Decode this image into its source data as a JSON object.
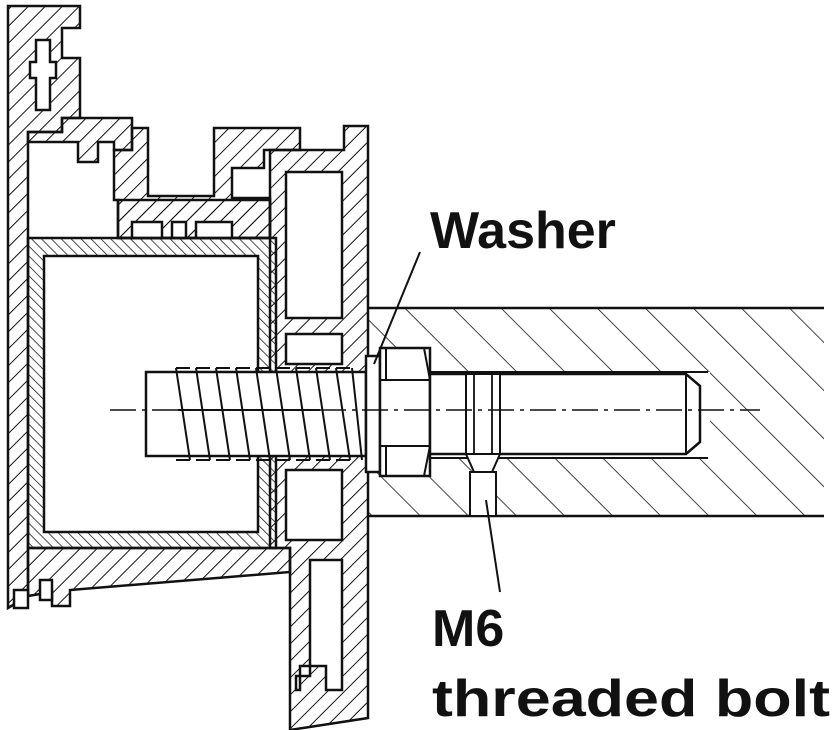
{
  "labels": {
    "washer": "Washer",
    "bolt_line1": "M6",
    "bolt_line2": "threaded bolt"
  },
  "colors": {
    "ink": "#111111",
    "paper": "#ffffff"
  }
}
